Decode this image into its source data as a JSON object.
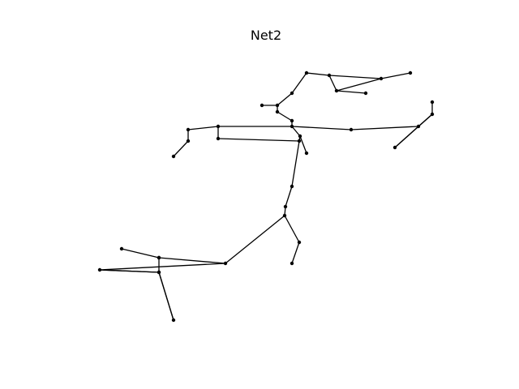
{
  "title": "Net2",
  "colors": {
    "edge": "#000000",
    "node": "#000000",
    "background": "#ffffff"
  },
  "network": {
    "nodes": [
      {
        "id": "n1"
      },
      {
        "id": "n2"
      },
      {
        "id": "n3"
      },
      {
        "id": "n4"
      },
      {
        "id": "n5"
      },
      {
        "id": "n6"
      },
      {
        "id": "n7"
      },
      {
        "id": "n8"
      },
      {
        "id": "n9"
      },
      {
        "id": "n10"
      },
      {
        "id": "n11"
      },
      {
        "id": "n12"
      },
      {
        "id": "n13"
      },
      {
        "id": "n14"
      },
      {
        "id": "n15"
      },
      {
        "id": "n16"
      },
      {
        "id": "n17"
      },
      {
        "id": "n18"
      },
      {
        "id": "n19"
      },
      {
        "id": "n20"
      },
      {
        "id": "n21"
      },
      {
        "id": "n22"
      },
      {
        "id": "n23"
      },
      {
        "id": "n24"
      },
      {
        "id": "n25"
      },
      {
        "id": "n26"
      },
      {
        "id": "n27"
      },
      {
        "id": "n28"
      },
      {
        "id": "n29"
      },
      {
        "id": "n30"
      },
      {
        "id": "n31"
      },
      {
        "id": "n32"
      },
      {
        "id": "n33"
      },
      {
        "id": "n34"
      },
      {
        "id": "n35"
      },
      {
        "id": "n36"
      }
    ],
    "edges": [
      [
        "n1",
        "n2"
      ],
      [
        "n2",
        "n3"
      ],
      [
        "n3",
        "n4"
      ],
      [
        "n2",
        "n5"
      ],
      [
        "n5",
        "n6"
      ],
      [
        "n5",
        "n3"
      ],
      [
        "n1",
        "n7"
      ],
      [
        "n7",
        "n8"
      ],
      [
        "n8",
        "n9"
      ],
      [
        "n8",
        "n10"
      ],
      [
        "n10",
        "n11"
      ],
      [
        "n11",
        "n12"
      ],
      [
        "n12",
        "n13"
      ],
      [
        "n13",
        "n14"
      ],
      [
        "n12",
        "n15"
      ],
      [
        "n15",
        "n16"
      ],
      [
        "n16",
        "n17"
      ],
      [
        "n17",
        "n18"
      ],
      [
        "n15",
        "n19"
      ],
      [
        "n19",
        "n20"
      ],
      [
        "n20",
        "n13"
      ],
      [
        "n12",
        "n21"
      ],
      [
        "n21",
        "n22"
      ],
      [
        "n22",
        "n23"
      ],
      [
        "n23",
        "n24"
      ],
      [
        "n24",
        "n22"
      ],
      [
        "n13",
        "n25"
      ],
      [
        "n25",
        "n26"
      ],
      [
        "n26",
        "n27"
      ],
      [
        "n27",
        "n28"
      ],
      [
        "n28",
        "n29"
      ],
      [
        "n29",
        "n30"
      ],
      [
        "n28",
        "n31"
      ],
      [
        "n31",
        "n32"
      ],
      [
        "n32",
        "n33"
      ],
      [
        "n33",
        "n34"
      ],
      [
        "n34",
        "n31"
      ],
      [
        "n34",
        "n35"
      ],
      [
        "n27",
        "n36"
      ]
    ]
  }
}
